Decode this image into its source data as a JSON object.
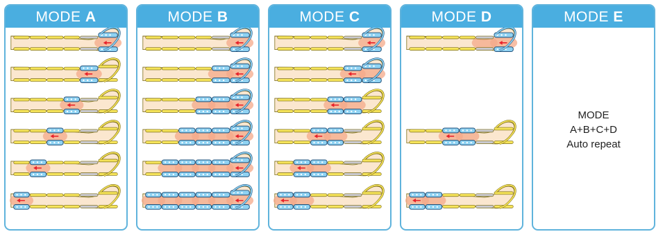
{
  "modes": [
    {
      "prefix": "MODE ",
      "letter": "A",
      "rows": [
        {
          "cells": [
            5
          ],
          "glow": [
            5
          ],
          "arrow": 5
        },
        {
          "cells": [
            4
          ],
          "glow": [
            4
          ],
          "arrow": 4
        },
        {
          "cells": [
            3
          ],
          "glow": [
            3
          ],
          "arrow": 3
        },
        {
          "cells": [
            2
          ],
          "glow": [
            2
          ],
          "arrow": 2
        },
        {
          "cells": [
            1
          ],
          "glow": [
            1
          ],
          "arrow": 1
        },
        {
          "cells": [
            0
          ],
          "glow": [
            0
          ],
          "arrow": 0
        }
      ]
    },
    {
      "prefix": "MODE ",
      "letter": "B",
      "rows": [
        {
          "cells": [
            5
          ],
          "glow": [
            5
          ],
          "arrow": 5
        },
        {
          "cells": [
            4,
            5
          ],
          "glow": [
            4,
            5
          ],
          "arrow": 5
        },
        {
          "cells": [
            3,
            4,
            5
          ],
          "glow": [
            3,
            4,
            5
          ],
          "arrow": 5
        },
        {
          "cells": [
            2,
            3,
            4,
            5
          ],
          "glow": [
            2,
            3,
            4,
            5
          ],
          "arrow": 5
        },
        {
          "cells": [
            1,
            2,
            3,
            4,
            5
          ],
          "glow": [
            1,
            2,
            3,
            4,
            5
          ],
          "arrow": 5
        },
        {
          "cells": [
            0,
            1,
            2,
            3,
            4,
            5
          ],
          "glow": [
            0,
            1,
            2,
            3,
            4,
            5
          ],
          "arrow": 5
        }
      ]
    },
    {
      "prefix": "MODE ",
      "letter": "C",
      "rows": [
        {
          "cells": [
            5
          ],
          "glow": [
            5
          ],
          "arrow": 5
        },
        {
          "cells": [
            4,
            5
          ],
          "glow": [
            4,
            5
          ],
          "arrow": 4
        },
        {
          "cells": [
            3,
            4
          ],
          "glow": [
            3,
            4
          ],
          "arrow": 3
        },
        {
          "cells": [
            2,
            3
          ],
          "glow": [
            2,
            3
          ],
          "arrow": 2
        },
        {
          "cells": [
            1,
            2
          ],
          "glow": [
            1,
            2
          ],
          "arrow": 1
        },
        {
          "cells": [
            0,
            1
          ],
          "glow": [
            0,
            1
          ],
          "arrow": 0
        }
      ]
    },
    {
      "prefix": "MODE ",
      "letter": "D",
      "rows": [
        {
          "cells": [
            5
          ],
          "glow": [
            4,
            5
          ],
          "arrow": 5,
          "slot": 0
        },
        {
          "cells": [
            2,
            3
          ],
          "glow": [
            2,
            3
          ],
          "arrow": 2,
          "slot": 3
        },
        {
          "cells": [
            0,
            1
          ],
          "glow": [
            0,
            1
          ],
          "arrow": 0,
          "slot": 5
        }
      ]
    },
    {
      "prefix": "MODE ",
      "letter": "E",
      "rows": [],
      "text": [
        "MODE",
        "A+B+C+D",
        "Auto repeat"
      ]
    }
  ],
  "colors": {
    "header": "#4aaee0",
    "border": "#5fb3dc",
    "skin": "#fbe7cf",
    "sleeve": "#f6e45a",
    "sleeve_edge": "#7a6a10",
    "cell": "#8fd2f2",
    "cell_edge": "#1e4f7a",
    "heel": "#c9c9cf",
    "glow": "#f4a98a",
    "arrow": "#e8202a"
  }
}
